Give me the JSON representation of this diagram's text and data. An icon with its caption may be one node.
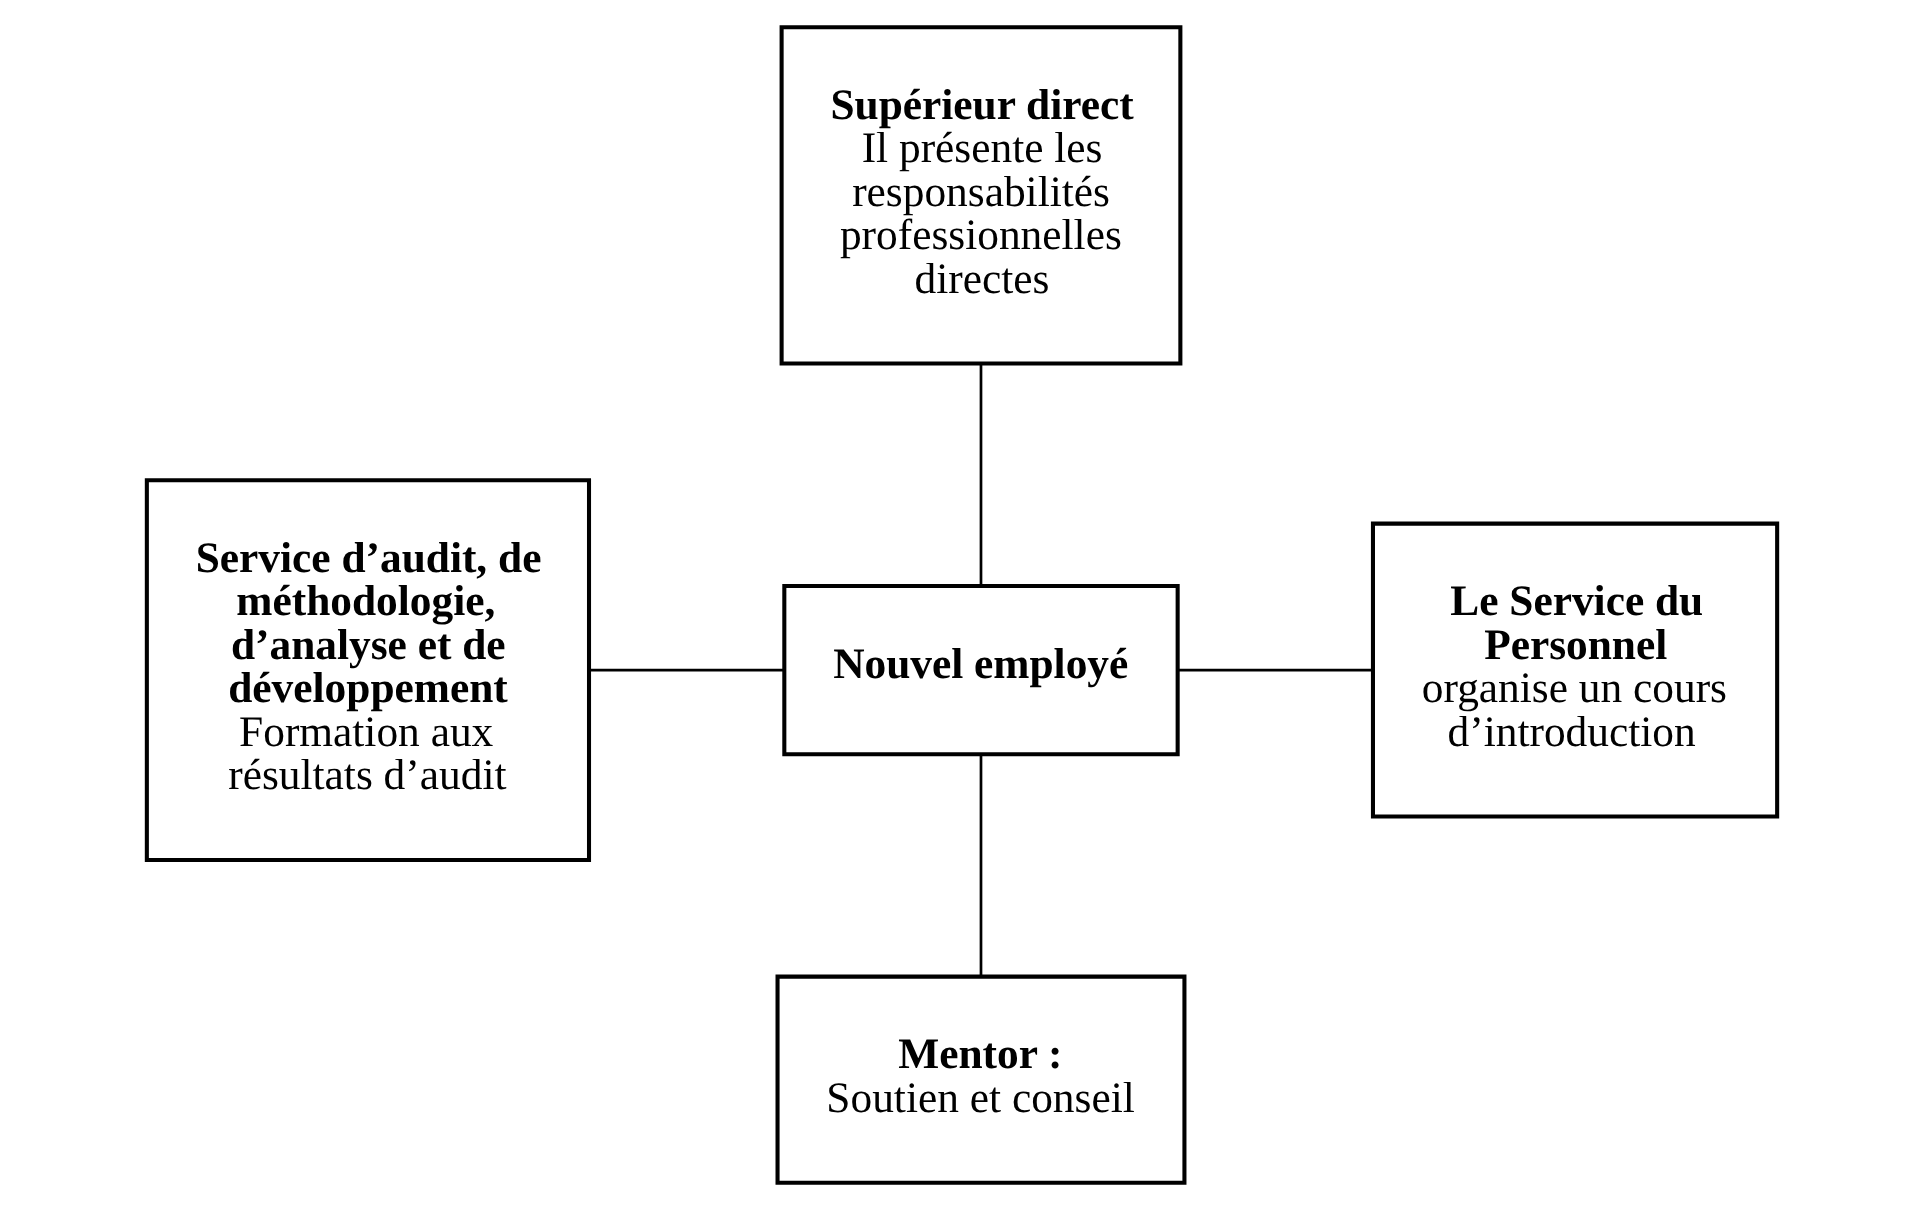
{
  "diagram": {
    "nodes": [
      {
        "text": [
          "Supérieur direct",
          "Il présente les responsabilités professionnelles directes"
        ]
      },
      {
        "text": [
          "Service d’audit, de méthodologie, d’analyse et de développement",
          "Formation aux résultats d’audit"
        ]
      },
      {
        "text": [
          "Nouvel employé"
        ]
      },
      {
        "text": [
          "Le Service du Personnel",
          "organise un cours d’introduction"
        ]
      },
      {
        "text": [
          "Mentor :",
          "Soutien et conseil"
        ]
      }
    ],
    "edges": [
      {
        "from": 0,
        "to": 2,
        "arrow": "none"
      },
      {
        "from": 1,
        "to": 2,
        "arrow": "none"
      },
      {
        "from": 2,
        "to": 3,
        "arrow": "none"
      },
      {
        "from": 2,
        "to": 4,
        "arrow": "none"
      }
    ]
  }
}
